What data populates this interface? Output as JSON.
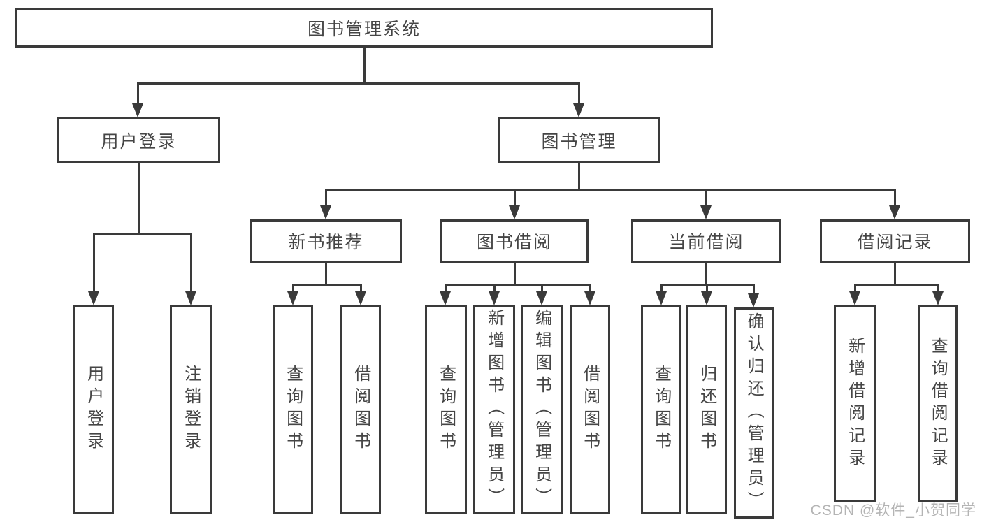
{
  "colors": {
    "line": "#3a3a3a",
    "text": "#454545",
    "watermark": "#b4b4b4",
    "bg": "#ffffff"
  },
  "diagram": {
    "root": {
      "label": "图书管理系统"
    },
    "level2": [
      {
        "label": "用户登录"
      },
      {
        "label": "图书管理"
      }
    ],
    "level3": [
      {
        "label": "新书推荐"
      },
      {
        "label": "图书借阅"
      },
      {
        "label": "当前借阅"
      },
      {
        "label": "借阅记录"
      }
    ],
    "leaves": {
      "user_login": [
        "用户登录",
        "注销登录"
      ],
      "new_book": [
        "查询图书",
        "借阅图书"
      ],
      "book_borrow": [
        "查询图书",
        "新增图书（管理员）",
        "编辑图书（管理员）",
        "借阅图书"
      ],
      "current_borrow": [
        "查询图书",
        "归还图书",
        "确认归还（管理员）"
      ],
      "borrow_records": [
        "新增借阅记录",
        "查询借阅记录"
      ]
    }
  },
  "watermark": {
    "text": "CSDN @软件_小贺同学"
  }
}
